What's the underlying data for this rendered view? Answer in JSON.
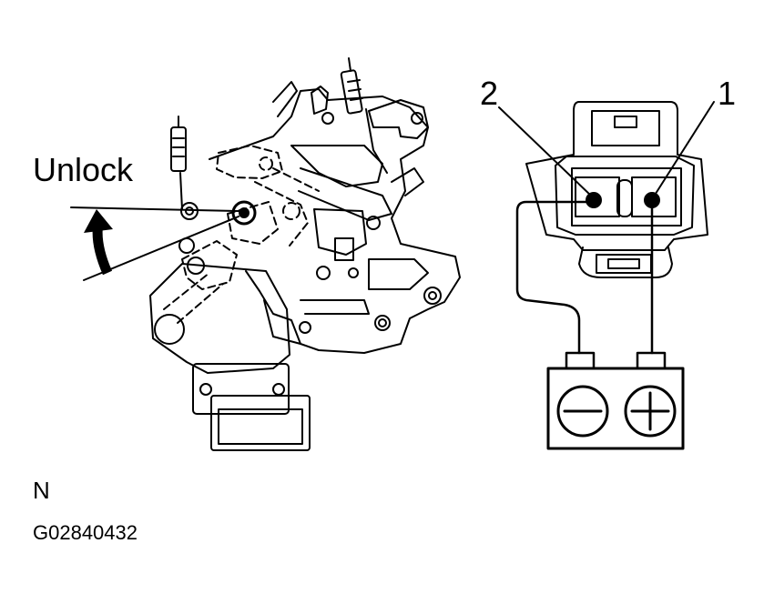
{
  "labels": {
    "unlock": "Unlock",
    "pin_2": "2",
    "pin_1": "1",
    "note": "N",
    "figure_code": "G02840432"
  },
  "battery": {
    "negative_symbol": "minus-icon",
    "positive_symbol": "plus-icon"
  },
  "colors": {
    "ink": "#000000",
    "paper": "#ffffff"
  }
}
